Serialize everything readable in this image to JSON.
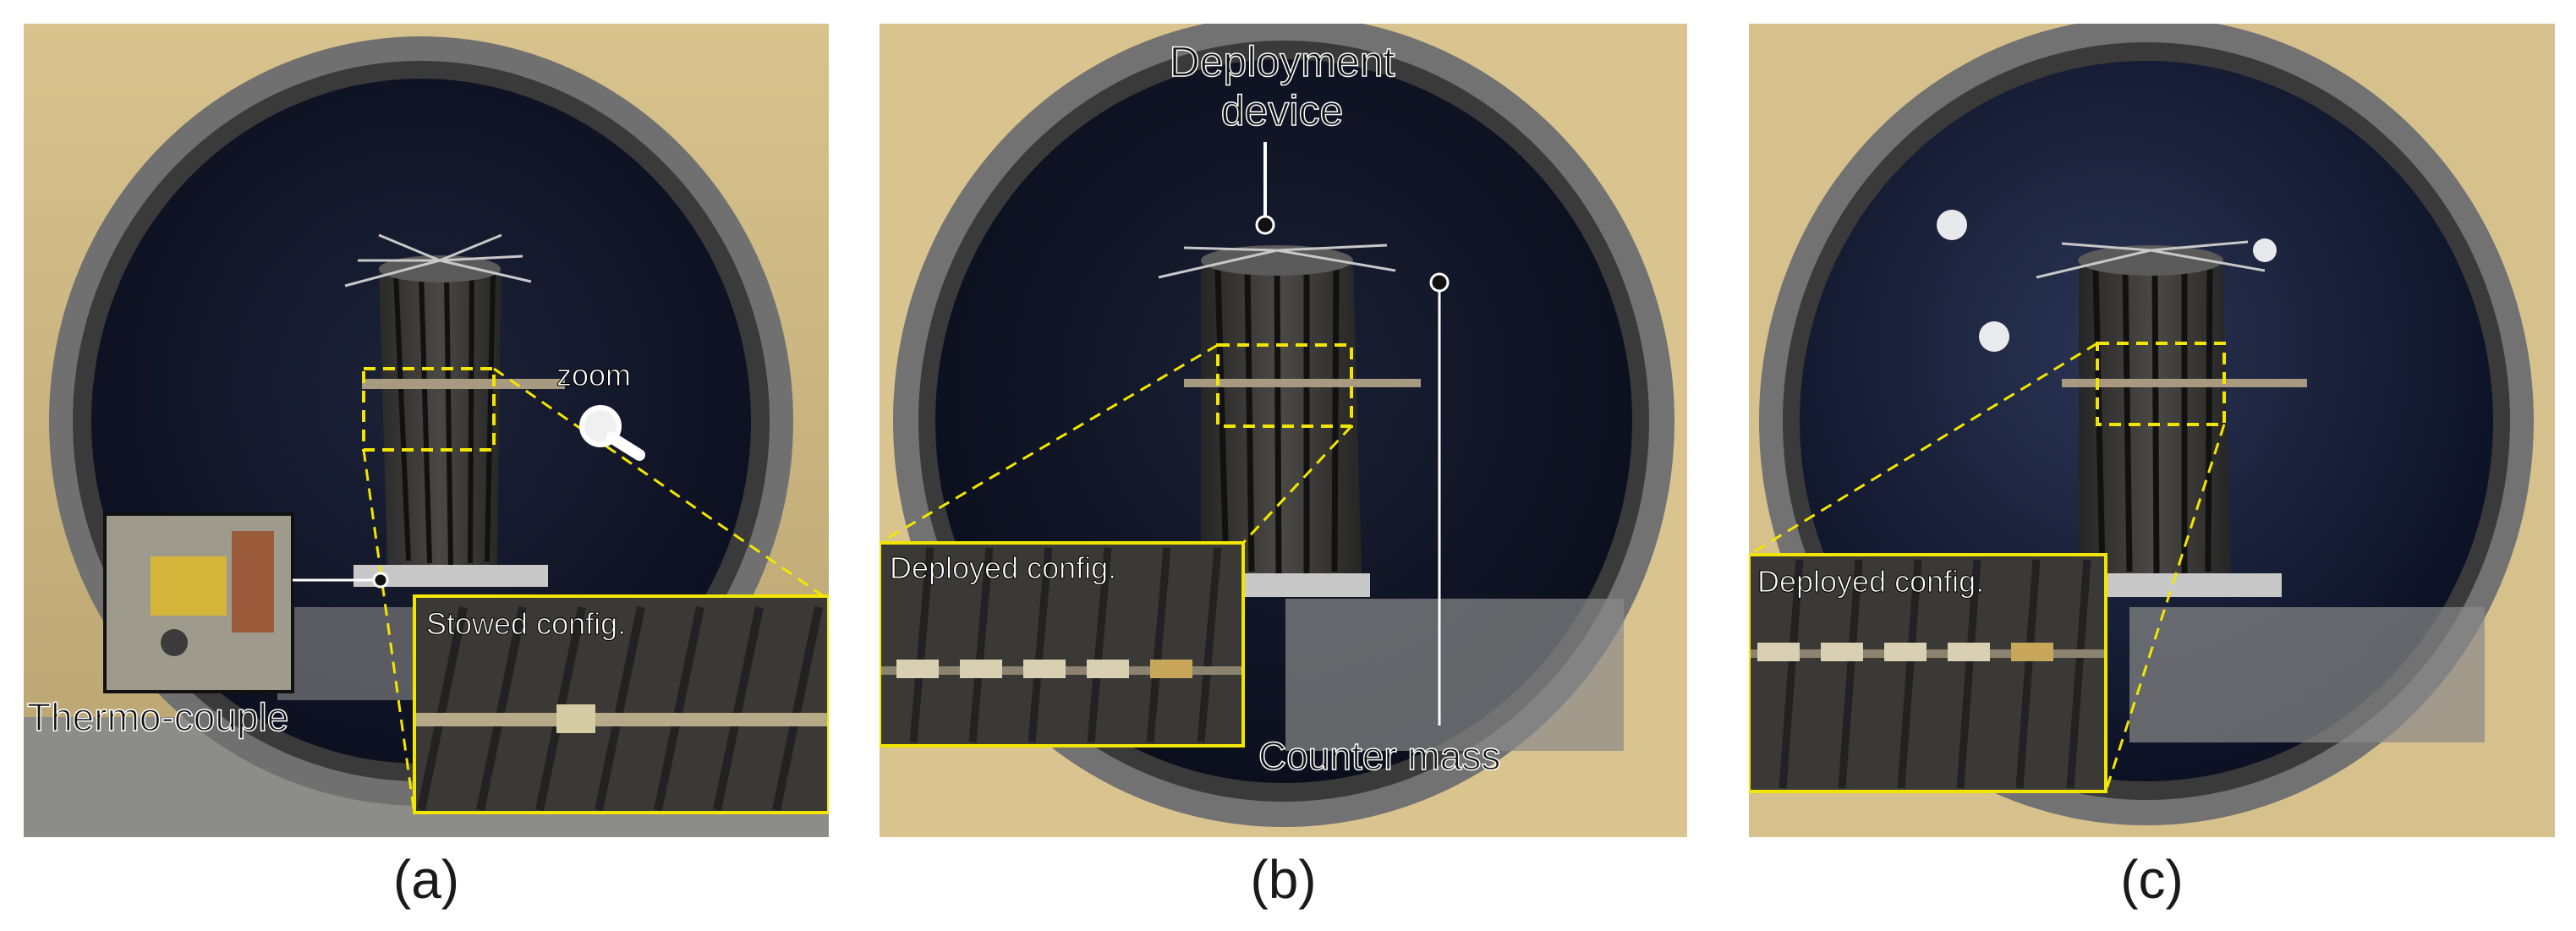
{
  "figure": {
    "panels": [
      {
        "caption": "(a)",
        "labels": {
          "zoom": "zoom",
          "stowed": "Stowed config.",
          "thermo": "Thermo-couple"
        }
      },
      {
        "caption": "(b)",
        "labels": {
          "deploy_line1": "Deployment",
          "deploy_line2": "device",
          "deployed": "Deployed config.",
          "counter": "Counter mass"
        }
      },
      {
        "caption": "(c)",
        "labels": {
          "deployed": "Deployed config."
        }
      }
    ],
    "colors": {
      "highlight": "#f2e600",
      "chamber_interior": "#141a2e",
      "chamber_ring": "#6e6e6e",
      "wall": "#c9b27c"
    }
  }
}
